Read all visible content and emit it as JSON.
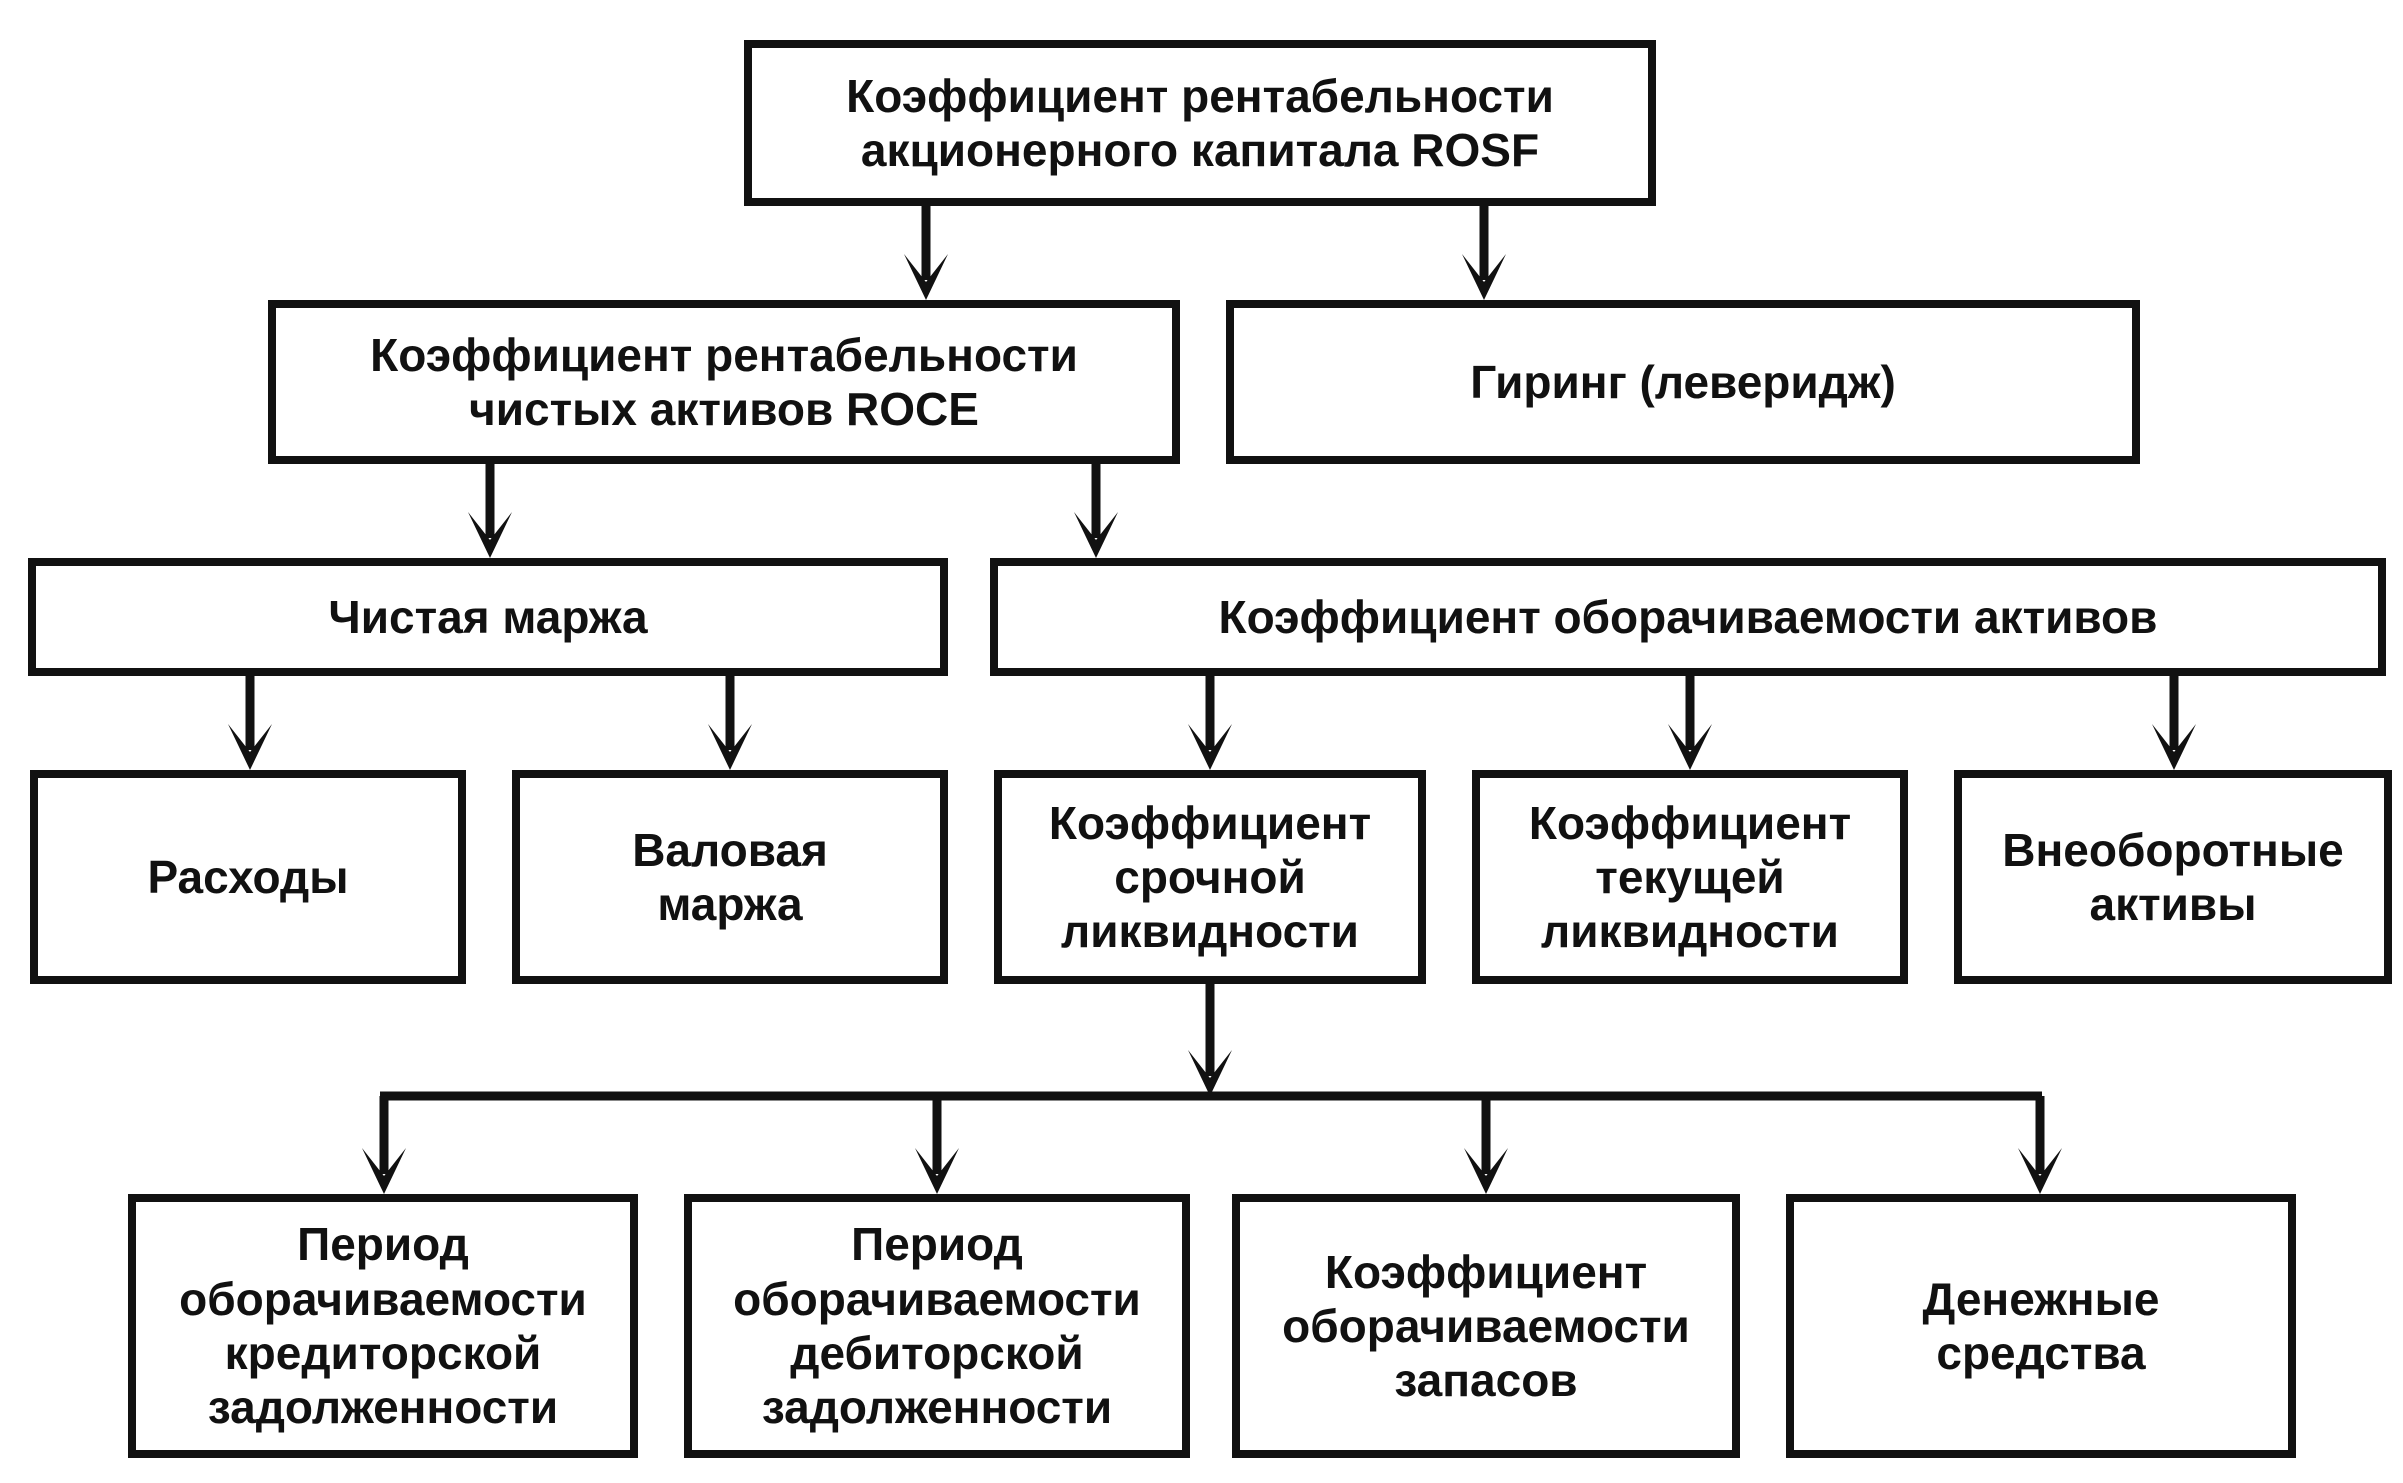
{
  "colors": {
    "stroke": "#111111",
    "background": "#ffffff"
  },
  "nodes": {
    "rosf": {
      "label": "Коэффициент рентабельности\nакционерного капитала ROSF"
    },
    "roce": {
      "label": "Коэффициент рентабельности\nчистых активов ROCE"
    },
    "gearing": {
      "label": "Гиринг (леверидж)"
    },
    "net_margin": {
      "label": "Чистая маржа"
    },
    "asset_turnover": {
      "label": "Коэффициент оборачиваемости активов"
    },
    "expenses": {
      "label": "Расходы"
    },
    "gross_margin": {
      "label": "Валовая\nмаржа"
    },
    "quick_ratio": {
      "label": "Коэффициент\nсрочной\nликвидности"
    },
    "current_ratio": {
      "label": "Коэффициент\nтекущей\nликвидности"
    },
    "noncurrent_assets": {
      "label": "Внеоборотные\nактивы"
    },
    "payables_period": {
      "label": "Период\nоборачиваемости\nкредиторской\nзадолженности"
    },
    "receivables_period": {
      "label": "Период\nоборачиваемости\nдебиторской\nзадолженности"
    },
    "inventory_turnover": {
      "label": "Коэффициент\nоборачиваемости\nзапасов"
    },
    "cash": {
      "label": "Денежные\nсредства"
    }
  }
}
